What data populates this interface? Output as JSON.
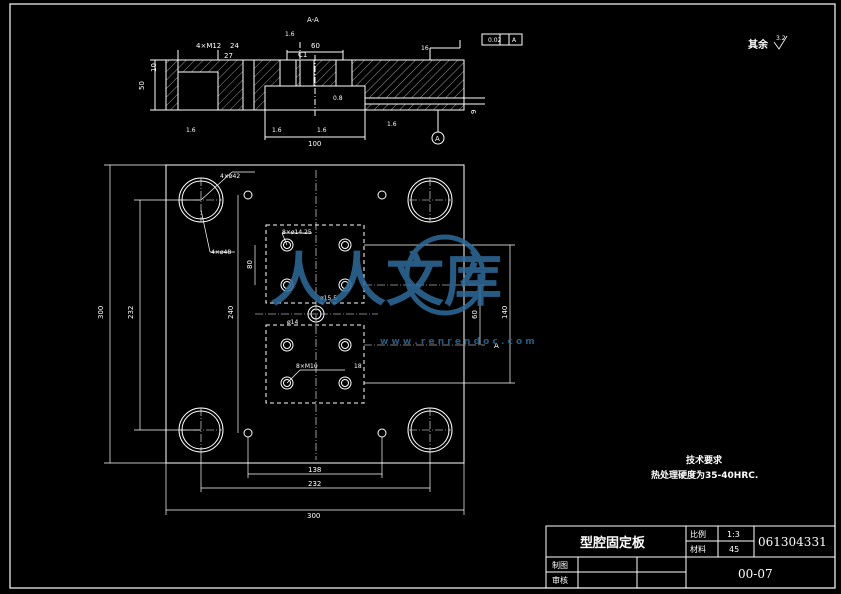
{
  "drawing": {
    "section_label": "A-A",
    "corner_symbol_label": "其余",
    "corner_roughness": "3.2",
    "tech_title": "技术要求",
    "tech_line1": "热处理硬度为35-40HRC.",
    "parallelism_value": "0.02",
    "parallelism_datum": "A",
    "datum_circle": "A",
    "top_labels": {
      "counterbore": "4×M12",
      "depth": "24",
      "deep": "27",
      "dim60": "60",
      "c1": "C1",
      "dim100": "100",
      "dim50": "50",
      "dim10": "10",
      "dim9": "9",
      "r16_a": "16",
      "r16_b": "1.6",
      "r16_c": "1.6",
      "r16_d": "1.6",
      "r16_e": "1.6",
      "r16_f": "1.6",
      "r16_g": "0.8"
    },
    "plan_labels": {
      "holes_large_a": "4×ø42",
      "holes_large_b": "4×ø48",
      "holes_pattern": "8×ø14.25",
      "center_hole": "ø15.5",
      "center_hole_b": "ø14",
      "threads": "8×M10",
      "thread_depth": "18",
      "dim300_h": "300",
      "dim300_v": "300",
      "dim232_v": "232",
      "dim232_h": "232",
      "dim240": "240",
      "dim138": "138",
      "dim140": "140",
      "dim80": "80",
      "dim60": "60",
      "section_a": "A"
    }
  },
  "title_block": {
    "title": "型腔固定板",
    "scale_label": "比例",
    "scale_value": "1:3",
    "material_label": "材料",
    "material_value": "45",
    "code": "061304331",
    "drawn_label": "制图",
    "checked_label": "审核",
    "drawing_no": "00-07"
  },
  "watermark": {
    "text": "人人文库",
    "url": "w w w . r e n r e n d o c . c o m"
  }
}
